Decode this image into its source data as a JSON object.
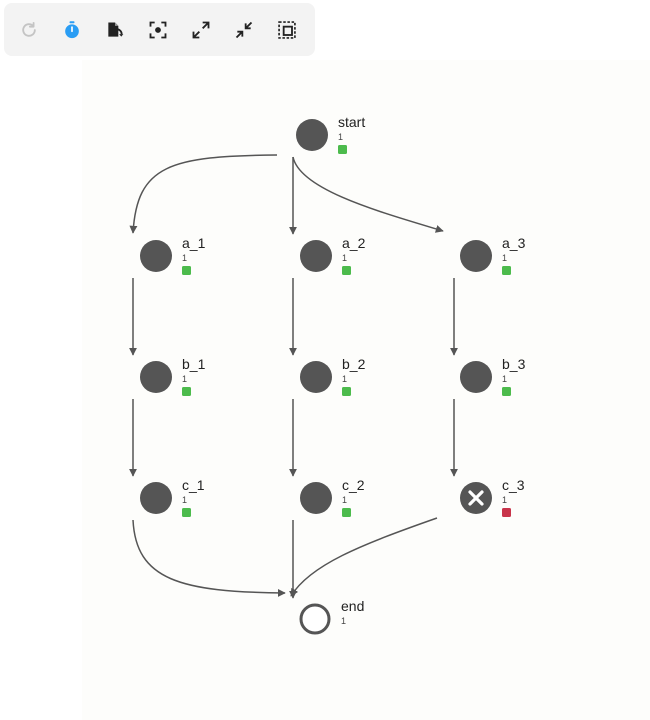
{
  "toolbar": {
    "buttons": [
      {
        "icon": "refresh-icon",
        "state": "disabled"
      },
      {
        "icon": "timer-icon",
        "state": "active"
      },
      {
        "icon": "file-rerun-icon",
        "state": "normal"
      },
      {
        "icon": "focus-icon",
        "state": "normal"
      },
      {
        "icon": "expand-icon",
        "state": "normal"
      },
      {
        "icon": "collapse-icon",
        "state": "normal"
      },
      {
        "icon": "select-area-icon",
        "state": "normal"
      }
    ]
  },
  "colors": {
    "node_fill": "#555555",
    "edge": "#555555",
    "success": "#4cbb4c",
    "failed": "#c8344a",
    "active_icon": "#2a9df4"
  },
  "graph": {
    "nodes": [
      {
        "id": "start",
        "label": "start",
        "count": "1",
        "status": "success",
        "kind": "task"
      },
      {
        "id": "a_1",
        "label": "a_1",
        "count": "1",
        "status": "success",
        "kind": "task"
      },
      {
        "id": "a_2",
        "label": "a_2",
        "count": "1",
        "status": "success",
        "kind": "task"
      },
      {
        "id": "a_3",
        "label": "a_3",
        "count": "1",
        "status": "success",
        "kind": "task"
      },
      {
        "id": "b_1",
        "label": "b_1",
        "count": "1",
        "status": "success",
        "kind": "task"
      },
      {
        "id": "b_2",
        "label": "b_2",
        "count": "1",
        "status": "success",
        "kind": "task"
      },
      {
        "id": "b_3",
        "label": "b_3",
        "count": "1",
        "status": "success",
        "kind": "task"
      },
      {
        "id": "c_1",
        "label": "c_1",
        "count": "1",
        "status": "success",
        "kind": "task"
      },
      {
        "id": "c_2",
        "label": "c_2",
        "count": "1",
        "status": "success",
        "kind": "task"
      },
      {
        "id": "c_3",
        "label": "c_3",
        "count": "1",
        "status": "failed",
        "kind": "failed"
      },
      {
        "id": "end",
        "label": "end",
        "count": "1",
        "status": "none",
        "kind": "terminal"
      }
    ],
    "edges": [
      [
        "start",
        "a_1"
      ],
      [
        "start",
        "a_2"
      ],
      [
        "start",
        "a_3"
      ],
      [
        "a_1",
        "b_1"
      ],
      [
        "a_2",
        "b_2"
      ],
      [
        "a_3",
        "b_3"
      ],
      [
        "b_1",
        "c_1"
      ],
      [
        "b_2",
        "c_2"
      ],
      [
        "b_3",
        "c_3"
      ],
      [
        "c_1",
        "end"
      ],
      [
        "c_2",
        "end"
      ],
      [
        "c_3",
        "end"
      ]
    ]
  }
}
